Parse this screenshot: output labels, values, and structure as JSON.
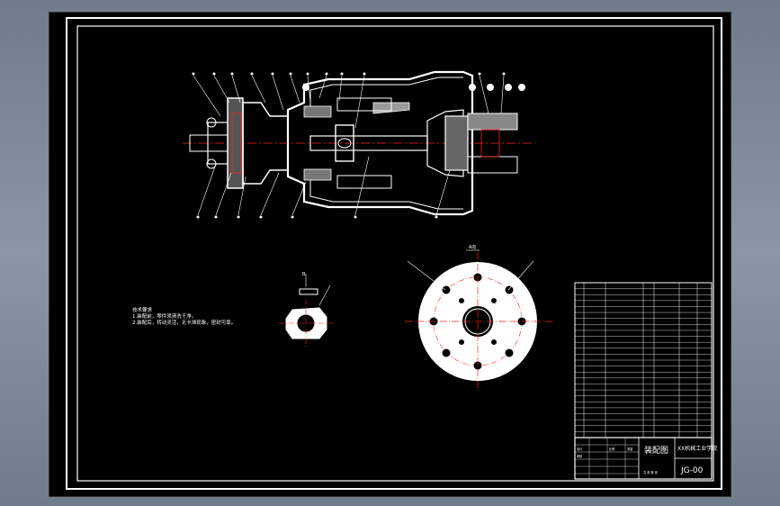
{
  "colors": {
    "background": "#7d8a9a",
    "canvas": "#000000",
    "line": "#ffffff",
    "centerline": "#ff2020",
    "hatch": "#c8c8c8"
  },
  "drawing": {
    "technical_notes": [
      "技术要求",
      "1.装配前，零件须清洗干净。",
      "2.装配后，转动灵活，无卡滞现象，密封可靠。"
    ],
    "detail_label": "B",
    "flange_label": "A向"
  },
  "title_block": {
    "drawing_title": "装配图",
    "company": "XX机械工业学院",
    "drawing_number": "JG-00",
    "material_label": "共  张 第  张",
    "scale_label": "比例",
    "designer_label": "设计",
    "checker_label": "审核",
    "sheet_label": "重量"
  }
}
